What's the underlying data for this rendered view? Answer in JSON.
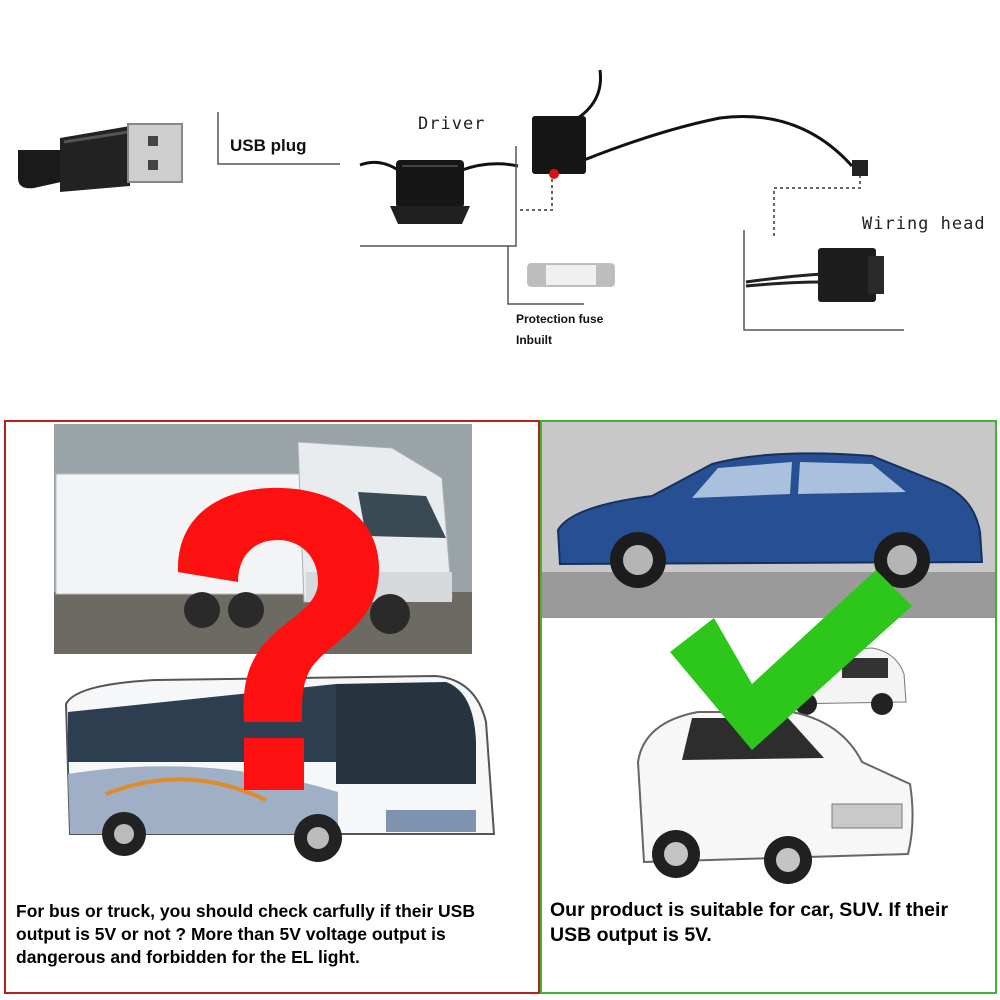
{
  "diagram": {
    "usb_plug_label": "USB plug",
    "driver_label": "Driver",
    "fuse_label_line1": "Protection fuse",
    "fuse_label_line2": "Inbuilt",
    "wiring_head_label": "Wiring head"
  },
  "left_panel": {
    "caption": "For bus or truck, you should check carfully if their USB output is 5V or not ?  More than 5V voltage output is dangerous and forbidden for the EL light.",
    "border_color": "#b22222",
    "mark": "question-mark"
  },
  "right_panel": {
    "caption": "Our product is suitable for car, SUV. If their USB output is 5V.",
    "border_color": "#3cb531",
    "mark": "check-mark"
  }
}
